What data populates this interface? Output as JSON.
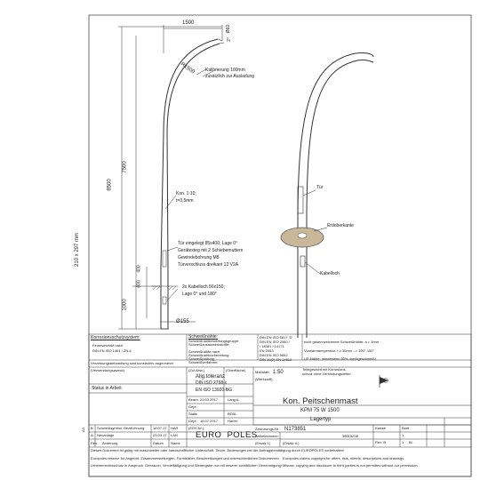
{
  "sheet_label": "210 x 297 mm",
  "dims": {
    "top_width": "1500",
    "tip_diam": "Ø60",
    "tip_slope": "2°",
    "radius": "R1500",
    "calibration_line1": "Kalibrierung 100mm",
    "calibration_line2": "zusätzlich zur Ausladung",
    "height_total": "8500",
    "height_upper": "7500",
    "height_lower": "1000",
    "dim_600": "600",
    "dim_400": "400",
    "base_diam": "Ø155"
  },
  "notes": {
    "cone_line1": "Kon. 1:10;",
    "cone_line2": "t=3,5mm",
    "door_lines": [
      "Tür eingelegt 85x400; Lage 0°",
      "Gerätesteg mit 2 Schiebemuttern",
      "Gewindebohrung M8",
      "Türverschluss dreikant 12 V2A"
    ],
    "cable_lines": [
      "2x Kabelloch 50x150;",
      "Lage 0° und 180°"
    ],
    "door_label": "Tür",
    "ground_label": "Erdoberkante",
    "cable_label": "Kabelloch"
  },
  "title_block": {
    "corrosion_title": "Korrosionsschutzsystem:",
    "corrosion_lines": [
      "Feuerverzinkt nach",
      "DIN EN ISO 1461 / ZN-k",
      "",
      "Verzinkungsbehandlung sind konstruktiv angeordnet"
    ],
    "weld_title": "Schweißnähte:",
    "weld_lines": [
      "Schweißnahtbewertungsgruppe:",
      "Schweißzusatzwerkstoffe:",
      "",
      "Schweißnähte nach",
      "Schweißnahtvorbereitung:",
      "Schweißprüfung:",
      "Schweißverfahren:"
    ],
    "norm_lines": [
      "DIN EN ISO 5817 'D'",
      "DIN EN ISO 2560 /",
      "/ 18381 / 14171",
      "EN 2553",
      "DIN EN ISO 9692",
      "DIN 10(2) EN 14610"
    ],
    "right_lines": [
      "nicht gekennzeichnete Schweißnähte: a = 3mm",
      "Vorwärmtemperatur: t ≥ 30mm --> 100°-150°",
      "UP-Nähte: mindestens 60% durchgeschweißt"
    ],
    "verw_label": "(Verwendungszweck)",
    "zul_abw": "(Zul.Abw.)",
    "oberfl": "(Oberfläche)",
    "massstab_label": "Maßstab:",
    "massstab_value": "1:50",
    "werkstoff": "(Werkstoff)",
    "teilegewicht": "Teilegewicht mit Korrosions-",
    "teilegewicht2": "schutz ohne Verbindungsmittel",
    "tol_line1": "Allg.toleranz",
    "tol_line2": "DIN ISO 2768-c",
    "tol_line3": "EN ISO 13920-BG",
    "status": "Status    in Arbeit",
    "rows": [
      {
        "k": "Bearb.",
        "d": "23.03.2017",
        "n": "Lang A."
      },
      {
        "k": "Gepr.",
        "d": "",
        "n": ""
      },
      {
        "k": "Statik",
        "d": "",
        "n": "BÖßL"
      },
      {
        "k": "Gepr.",
        "d": "18.07.2017",
        "n": "Harrer"
      }
    ],
    "edv": "(EDV-Nr.)",
    "title1": "Kon. Peitschenmast",
    "title2": "KPM 75 W 1500",
    "title3": "Lagertyp",
    "zeichnung_label": "Zeichnungs-Nr.",
    "zeichnung_value": "N173851",
    "artikel_label": "Artikelnummer:",
    "artikel_value": "36015238",
    "klasse_label": "Klasse",
    "blatt_label": "Blatt",
    "blatt_value": "1",
    "rev_label": "Rev: B",
    "blatt_count": "1",
    "bl_suffix": "Bl.",
    "ersatz": "(Ersatz f.)",
    "ersatzd": "(Ersatz d.)",
    "revisions": [
      {
        "rev": "B",
        "text": "Schweißsymbol: Bezeichnung",
        "date": "18.07.17",
        "by": "HAR"
      },
      {
        "rev": "A",
        "text": "Neuanlage",
        "date": "23.03.17",
        "by": "LAN"
      }
    ],
    "rev_head": [
      "Rev.",
      "Änderung",
      "Datum",
      "Name"
    ],
    "brand_left": "EURO",
    "brand_right": "POLES",
    "footer_left": [
      "Dieses Dokument ist gültig mit maschineller oder handschriftlicher Unterschrift. Techn. Änderungen bei der Auftragsbestätigung durch EUROPOLES vorbehalten!",
      "Europoles reserve for Angebot, Zusammenstellungen, Formblätter, Beschreibungen und unterschiedlichen Dokumenten",
      "Urheberrechtsschutz in Anspruch. Gebrauch, Vervielfältigung und Weitergabe nur mit unserer schriftlichen Genehmigung!"
    ],
    "footer_right": [
      "Europoles claims copyright for offers, lists, sheets, descriptions and drawings",
      "Misuse, copying and disclosure to third parties is not permitted without our permission"
    ],
    "side_code": "A3"
  }
}
